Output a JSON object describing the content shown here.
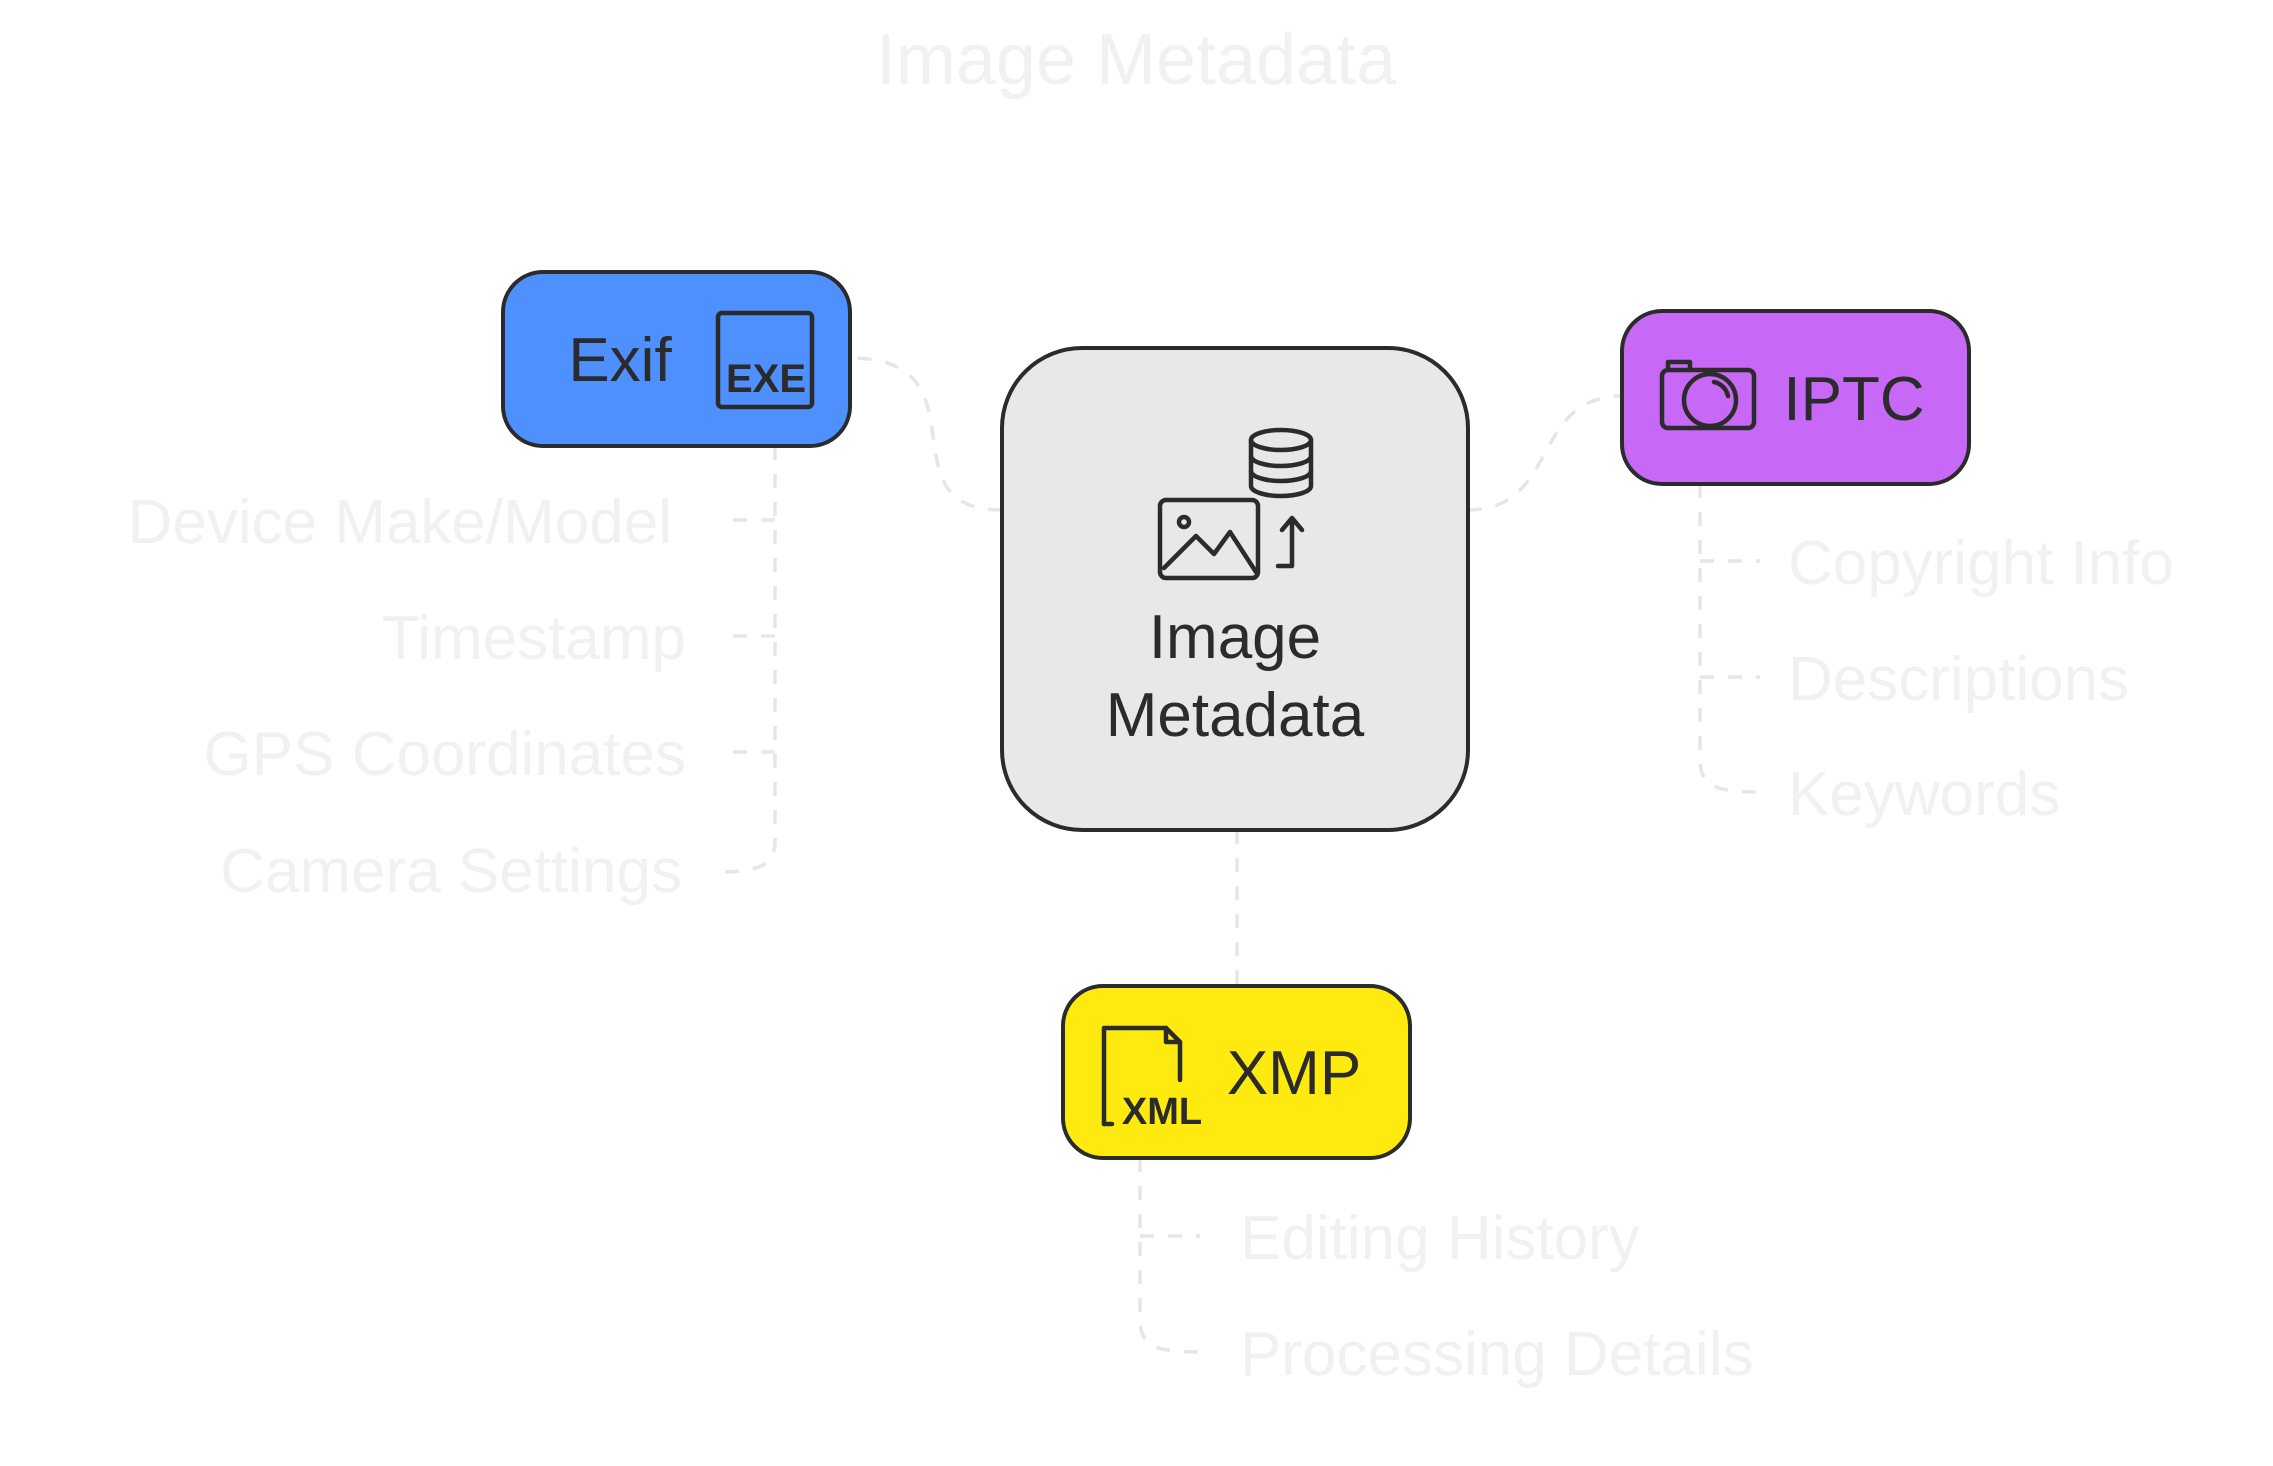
{
  "title": "Image Metadata",
  "center": {
    "label_line1": "Image",
    "label_line2": "Metadata",
    "icon": "image-database-icon",
    "color": "#e8e8e8"
  },
  "exif": {
    "label": "Exif",
    "icon_text": "EXE",
    "icon": "exe-file-icon",
    "color": "#4d90fe",
    "items": [
      "Device Make/Model",
      "Timestamp",
      "GPS Coordinates",
      "Camera Settings"
    ]
  },
  "iptc": {
    "label": "IPTC",
    "icon": "camera-icon",
    "color": "#c768f7",
    "items": [
      "Copyright Info",
      "Descriptions",
      "Keywords"
    ]
  },
  "xmp": {
    "label": "XMP",
    "icon_text": "XML",
    "icon": "xml-file-icon",
    "color": "#ffea10",
    "items": [
      "Editing History",
      "Processing Details"
    ]
  }
}
